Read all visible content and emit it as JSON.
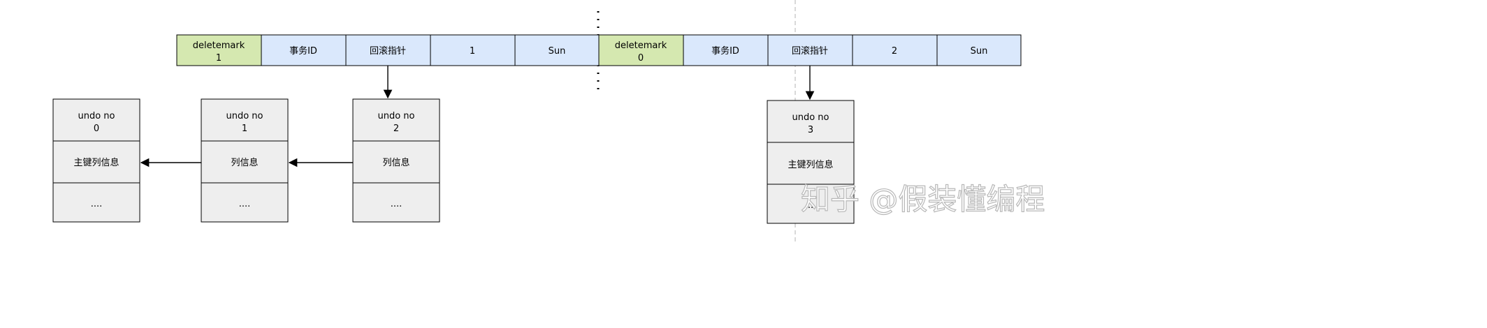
{
  "row_a": {
    "deletemark_label": "deletemark",
    "deletemark_value": "1",
    "trx_id": "事务ID",
    "roll_ptr": "回滚指针",
    "id": "1",
    "name": "Sun"
  },
  "row_b": {
    "deletemark_label": "deletemark",
    "deletemark_value": "0",
    "trx_id": "事务ID",
    "roll_ptr": "回滚指针",
    "id": "2",
    "name": "Sun"
  },
  "undo_logs": [
    {
      "label": "undo no",
      "no": "0",
      "info": "主键列信息",
      "more": "...."
    },
    {
      "label": "undo no",
      "no": "1",
      "info": "列信息",
      "more": "...."
    },
    {
      "label": "undo no",
      "no": "2",
      "info": "列信息",
      "more": "...."
    },
    {
      "label": "undo no",
      "no": "3",
      "info": "主键列信息",
      "more": "...."
    }
  ],
  "watermark": "知乎 @假装懂编程",
  "colors": {
    "green": "#d5e8b0",
    "blue": "#dae8fc",
    "gray": "#eeeeee",
    "stroke": "#000000",
    "guide": "#b3b3b3"
  }
}
